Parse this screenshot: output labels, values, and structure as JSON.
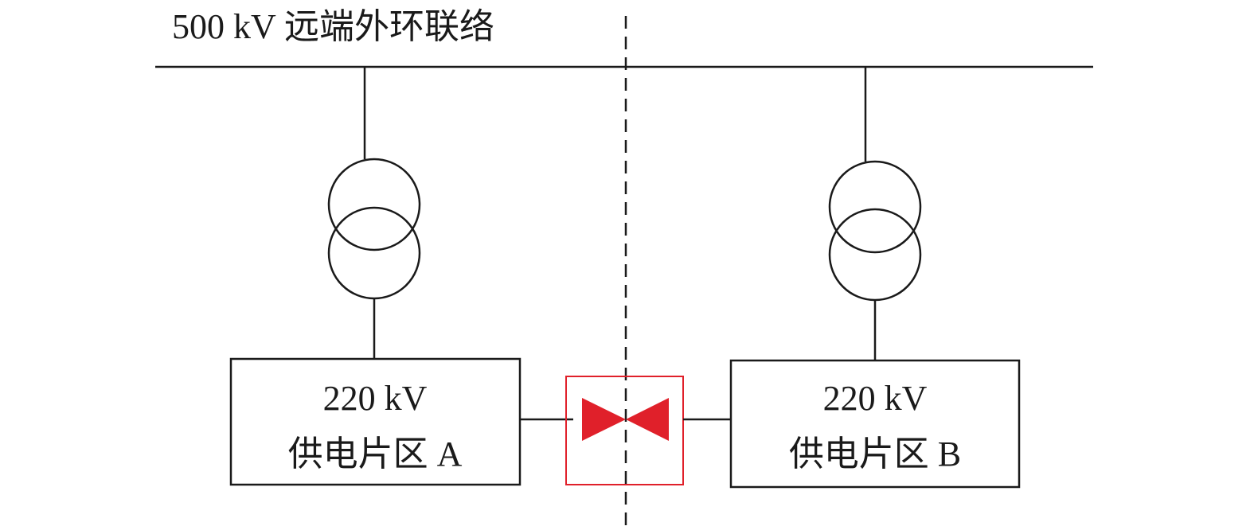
{
  "bus": {
    "label": "500 kV 远端外环联络"
  },
  "zone_a": {
    "voltage": "220 kV",
    "name": "供电片区 A"
  },
  "zone_b": {
    "voltage": "220 kV",
    "name": "供电片区 B"
  },
  "colors": {
    "line": "#1a1a1a",
    "tie_switch": "#e0202a",
    "background": "#ffffff"
  }
}
